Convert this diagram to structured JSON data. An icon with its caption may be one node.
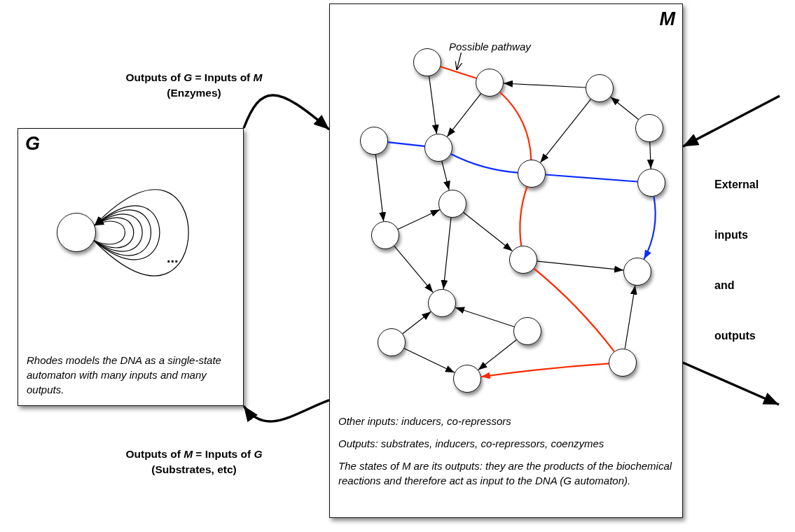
{
  "diagram": {
    "nodes": [
      {
        "text": [
          "G",
          "Rhodes models the DNA as a single-state automaton with many inputs and many outputs."
        ]
      },
      {
        "text": [],
        "shape": "circle",
        "in": 0
      },
      {
        "text": [
          "M",
          "Other inputs: inducers, co-repressors",
          "Outputs: substrates, inducers, co-repressors, coenzymes",
          "The states of M are its outputs: they are the products of the biochemical reactions and therefore act as input to the DNA (G automaton)."
        ]
      },
      {
        "text": [
          "Possible pathway"
        ],
        "in": 2
      },
      {
        "text": [],
        "shape": "circle",
        "in": 2
      },
      {
        "text": [],
        "shape": "circle",
        "in": 2
      },
      {
        "text": [],
        "shape": "circle",
        "in": 2
      },
      {
        "text": [],
        "shape": "circle",
        "in": 2
      },
      {
        "text": [],
        "shape": "circle",
        "in": 2
      },
      {
        "text": [],
        "shape": "circle",
        "in": 2
      },
      {
        "text": [],
        "shape": "circle",
        "in": 2
      },
      {
        "text": [],
        "shape": "circle",
        "in": 2
      },
      {
        "text": [],
        "shape": "circle",
        "in": 2
      },
      {
        "text": [],
        "shape": "circle",
        "in": 2
      },
      {
        "text": [],
        "shape": "circle",
        "in": 2
      },
      {
        "text": [],
        "shape": "circle",
        "in": 2
      },
      {
        "text": [],
        "shape": "circle",
        "in": 2
      },
      {
        "text": [],
        "shape": "circle",
        "in": 2
      },
      {
        "text": [],
        "shape": "circle",
        "in": 2
      },
      {
        "text": [],
        "shape": "circle",
        "in": 2
      },
      {
        "text": [],
        "shape": "circle",
        "in": 2
      }
    ],
    "edges": [
      {
        "from": 0,
        "to": 2,
        "arrow": "to",
        "label": "Outputs of *G* = Inputs of *M* (Enzymes)",
        "style": "thick"
      },
      {
        "from": 2,
        "to": 0,
        "arrow": "to",
        "label": "Outputs of *M* = Inputs of *G* (Substrates, etc)",
        "style": "thick"
      },
      {
        "from": null,
        "to": 2,
        "arrow": "to",
        "style": "thick"
      },
      {
        "from": 2,
        "to": null,
        "arrow": "to",
        "style": "thick"
      },
      {
        "from": 3,
        "to": null,
        "arrow": "to"
      },
      {
        "from": 1,
        "to": 1,
        "arrow": "to"
      },
      {
        "from": 1,
        "to": 1,
        "arrow": "to"
      },
      {
        "from": 1,
        "to": 1,
        "arrow": "to"
      },
      {
        "from": 1,
        "to": 1,
        "arrow": "to"
      },
      {
        "from": 1,
        "to": 1,
        "arrow": "to"
      },
      {
        "from": 1,
        "to": 1,
        "arrow": "to"
      },
      {
        "from": 4,
        "to": 9,
        "arrow": "to"
      },
      {
        "from": 5,
        "to": 9,
        "arrow": "to"
      },
      {
        "from": 6,
        "to": 5,
        "arrow": "to"
      },
      {
        "from": 7,
        "to": 6,
        "arrow": "to"
      },
      {
        "from": 7,
        "to": 11,
        "arrow": "to"
      },
      {
        "from": 6,
        "to": 10,
        "arrow": "to"
      },
      {
        "from": 8,
        "to": 13,
        "arrow": "to"
      },
      {
        "from": 9,
        "to": 12,
        "arrow": "to"
      },
      {
        "from": 13,
        "to": 12,
        "arrow": "to"
      },
      {
        "from": 12,
        "to": 14,
        "arrow": "to"
      },
      {
        "from": 12,
        "to": 16,
        "arrow": "to"
      },
      {
        "from": 13,
        "to": 16,
        "arrow": "to"
      },
      {
        "from": 14,
        "to": 15,
        "arrow": "to"
      },
      {
        "from": 17,
        "to": 16,
        "arrow": "to"
      },
      {
        "from": 17,
        "to": 20,
        "arrow": "to"
      },
      {
        "from": 18,
        "to": 16,
        "arrow": "to"
      },
      {
        "from": 18,
        "to": 20,
        "arrow": "to"
      },
      {
        "from": 19,
        "to": 15,
        "arrow": "to"
      },
      {
        "from": 4,
        "to": 5,
        "arrow": "none",
        "color": "#ff2a00"
      },
      {
        "from": 5,
        "to": 10,
        "arrow": "none",
        "color": "#ff2a00"
      },
      {
        "from": 10,
        "to": 14,
        "arrow": "none",
        "color": "#ff2a00"
      },
      {
        "from": 14,
        "to": 19,
        "arrow": "none",
        "color": "#ff2a00"
      },
      {
        "from": 19,
        "to": 20,
        "arrow": "to",
        "color": "#ff2a00"
      },
      {
        "from": 8,
        "to": 9,
        "arrow": "none",
        "color": "#0a2cff"
      },
      {
        "from": 9,
        "to": 10,
        "arrow": "none",
        "color": "#0a2cff"
      },
      {
        "from": 10,
        "to": 11,
        "arrow": "none",
        "color": "#0a2cff"
      },
      {
        "from": 11,
        "to": 15,
        "arrow": "to",
        "color": "#0a2cff"
      }
    ],
    "labels": [
      "...",
      "External inputs and outputs"
    ]
  }
}
